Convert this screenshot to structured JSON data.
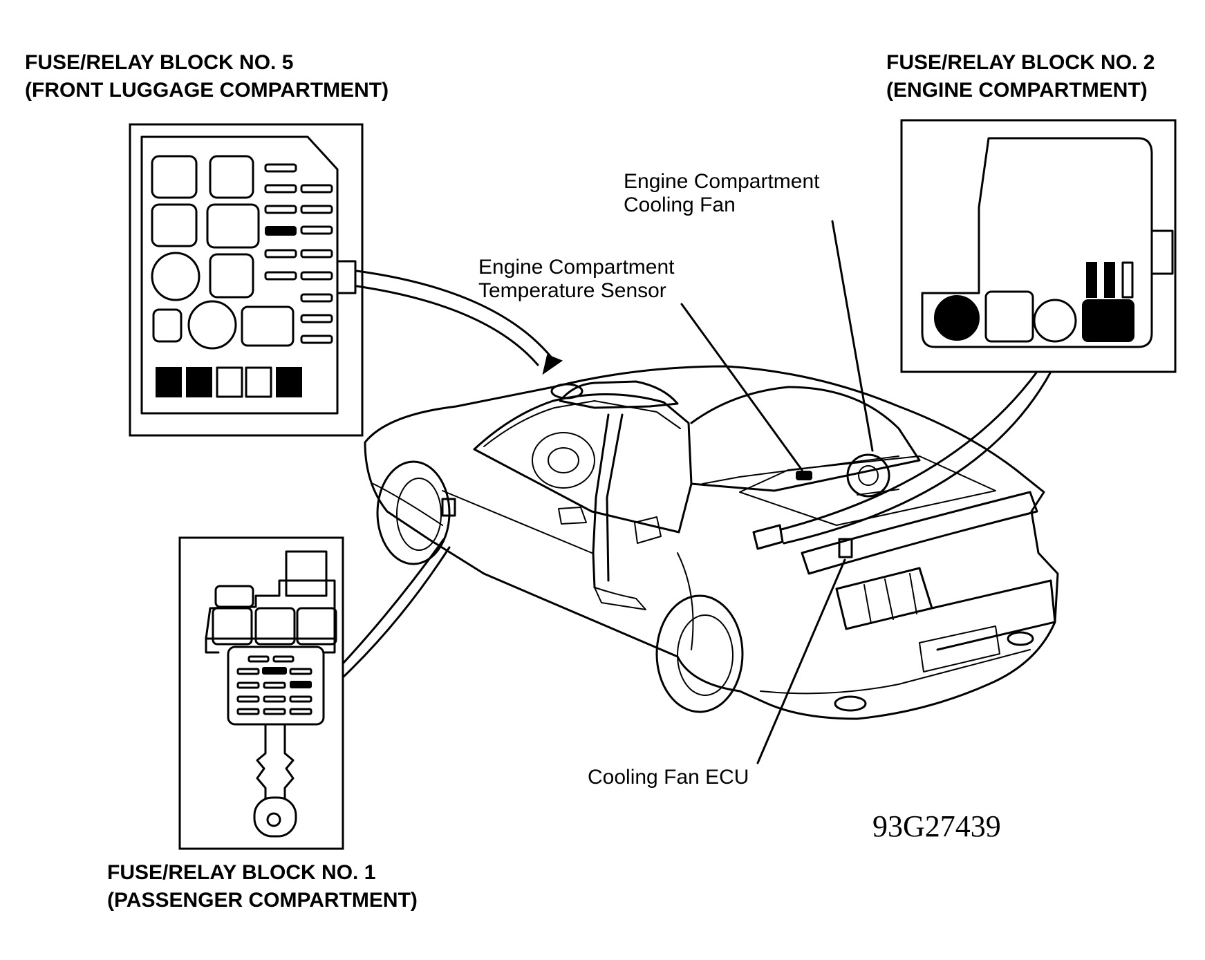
{
  "labels": {
    "block5_line1": "FUSE/RELAY BLOCK NO. 5",
    "block5_line2": "(FRONT LUGGAGE COMPARTMENT)",
    "block2_line1": "FUSE/RELAY BLOCK NO. 2",
    "block2_line2": "(ENGINE COMPARTMENT)",
    "block1_line1": "FUSE/RELAY BLOCK NO. 1",
    "block1_line2": "(PASSENGER COMPARTMENT)",
    "fan_line1": "Engine Compartment",
    "fan_line2": "Cooling Fan",
    "sensor_line1": "Engine Compartment",
    "sensor_line2": "Temperature Sensor",
    "ecu": "Cooling Fan ECU",
    "figure_code": "93G27439"
  }
}
